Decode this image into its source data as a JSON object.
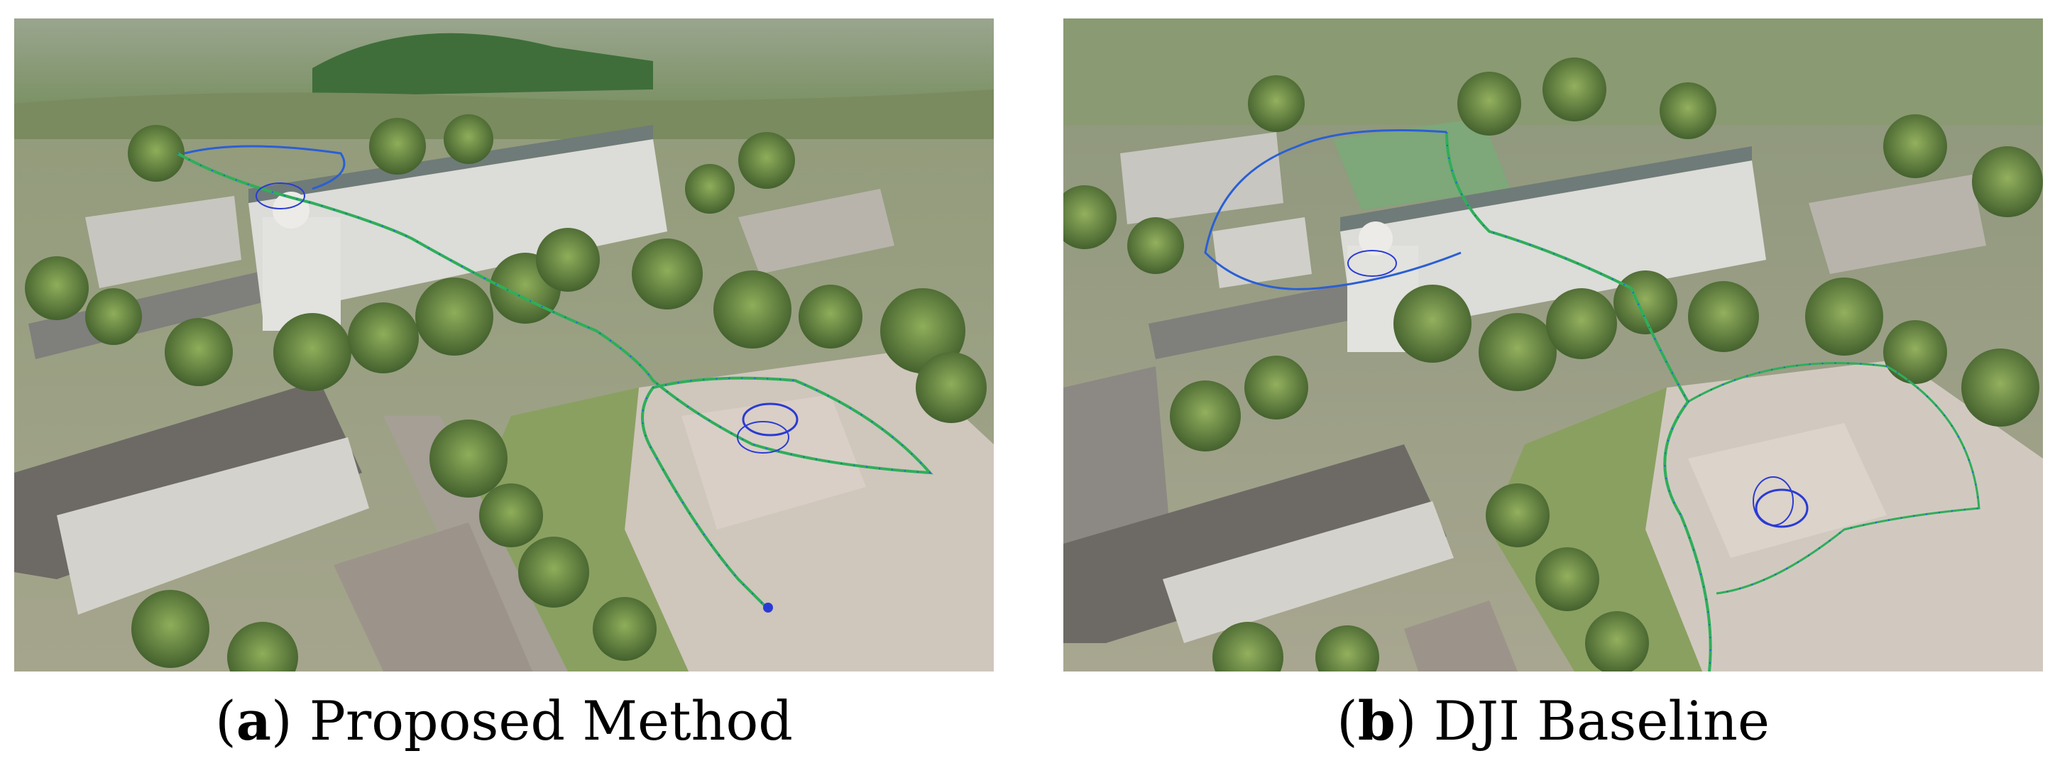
{
  "figure": {
    "panels": [
      {
        "id": "a",
        "caption_letter": "a",
        "caption_text": "Proposed Method",
        "scene": "aerial-campus-3d-reconstruction",
        "path_color": "#2a5fd4",
        "path_edge_color": "#2fae5a"
      },
      {
        "id": "b",
        "caption_letter": "b",
        "caption_text": "DJI Baseline",
        "scene": "aerial-campus-3d-reconstruction",
        "path_color": "#2a5fd4",
        "path_edge_color": "#2fae5a"
      }
    ]
  }
}
